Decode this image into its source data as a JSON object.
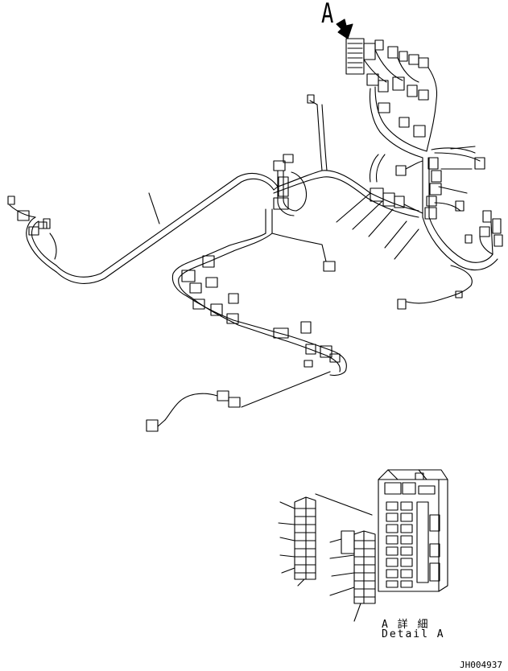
{
  "labels": {
    "view_marker": "A",
    "detail_jp": "A 詳 細",
    "detail_en": "Detail A",
    "drawing_code": "JH004937"
  },
  "colors": {
    "line": "#000000",
    "background": "#ffffff"
  }
}
